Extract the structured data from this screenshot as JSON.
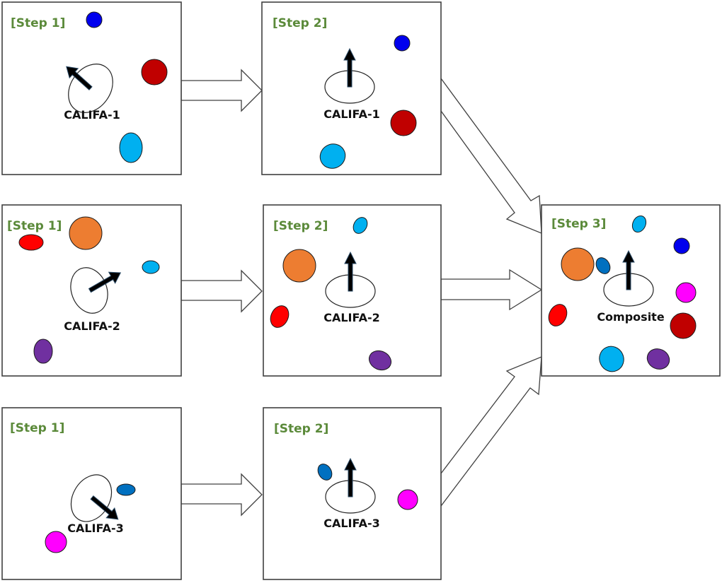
{
  "title": "CALIFA galaxy stacking procedure",
  "colors": {
    "step_label": "#5b8a3a",
    "blue": "#0000ee",
    "dark_red": "#c00000",
    "light_blue": "#00b0f0",
    "orange": "#ed7d31",
    "red": "#ff0000",
    "purple": "#7030a0",
    "mid_blue": "#0070c0",
    "magenta": "#ff00ff"
  },
  "panels": [
    {
      "id": "califa1-step1",
      "step_label": "[Step 1]",
      "galaxy_label": "CALIFA-1",
      "host_orientation": "tilted",
      "pa_arrow_direction": "up-left",
      "neighbors": [
        "blue",
        "dark_red",
        "light_blue"
      ]
    },
    {
      "id": "califa1-step2",
      "step_label": "[Step 2]",
      "galaxy_label": "CALIFA-1",
      "host_orientation": "aligned",
      "pa_arrow_direction": "up",
      "neighbors": [
        "blue",
        "dark_red",
        "light_blue"
      ]
    },
    {
      "id": "califa2-step1",
      "step_label": "[Step 1]",
      "galaxy_label": "CALIFA-2",
      "host_orientation": "tilted",
      "pa_arrow_direction": "up-right",
      "neighbors": [
        "red",
        "orange",
        "light_blue",
        "purple"
      ]
    },
    {
      "id": "califa2-step2",
      "step_label": "[Step 2]",
      "galaxy_label": "CALIFA-2",
      "host_orientation": "aligned",
      "pa_arrow_direction": "up",
      "neighbors": [
        "light_blue",
        "orange",
        "red",
        "purple"
      ]
    },
    {
      "id": "califa3-step1",
      "step_label": "[Step 1]",
      "galaxy_label": "CALIFA-3",
      "host_orientation": "tilted",
      "pa_arrow_direction": "down-right",
      "neighbors": [
        "mid_blue",
        "magenta"
      ]
    },
    {
      "id": "califa3-step2",
      "step_label": "[Step 2]",
      "galaxy_label": "CALIFA-3",
      "host_orientation": "aligned",
      "pa_arrow_direction": "up",
      "neighbors": [
        "mid_blue",
        "magenta"
      ]
    },
    {
      "id": "composite-step3",
      "step_label": "[Step 3]",
      "galaxy_label": "Composite",
      "host_orientation": "aligned",
      "pa_arrow_direction": "up",
      "neighbors": [
        "light_blue",
        "blue",
        "orange",
        "mid_blue",
        "magenta",
        "red",
        "dark_red",
        "light_blue",
        "purple"
      ]
    }
  ],
  "flows": [
    {
      "from": "califa1-step1",
      "to": "califa1-step2"
    },
    {
      "from": "califa2-step1",
      "to": "califa2-step2"
    },
    {
      "from": "califa3-step1",
      "to": "califa3-step2"
    },
    {
      "from": "califa1-step2",
      "to": "composite-step3"
    },
    {
      "from": "califa2-step2",
      "to": "composite-step3"
    },
    {
      "from": "califa3-step2",
      "to": "composite-step3"
    }
  ]
}
